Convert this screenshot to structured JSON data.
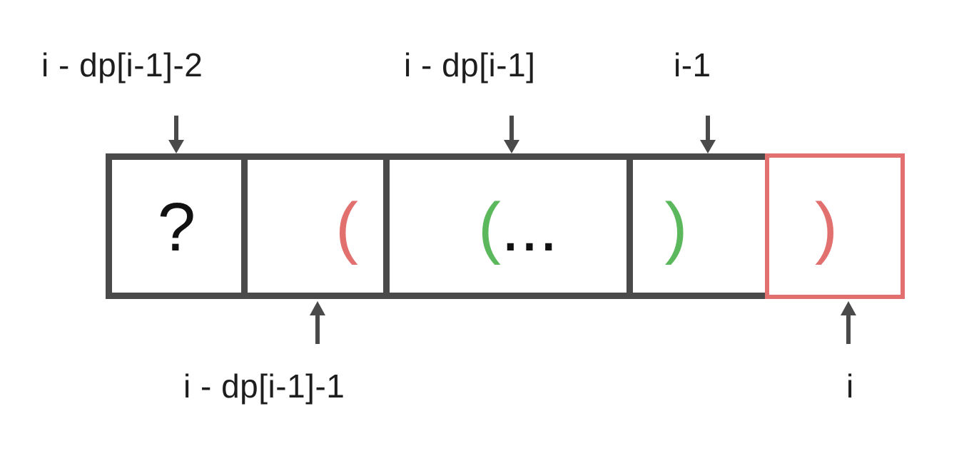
{
  "diagram": {
    "title": "Dynamic programming index diagram for longest valid parentheses",
    "colors": {
      "text": "#1d1d1d",
      "cell_border": "#4a4a4a",
      "danger": "#e2706f",
      "valid": "#5cb85c",
      "background": "#ffffff"
    },
    "top_labels": [
      {
        "id": "a",
        "text": "i - dp[i-1]-2"
      },
      {
        "id": "b",
        "text": "i - dp[i-1]"
      },
      {
        "id": "c",
        "text": "i-1"
      }
    ],
    "bottom_labels": [
      {
        "id": "d",
        "text": "i - dp[i-1]-1"
      },
      {
        "id": "e",
        "text": "i"
      }
    ],
    "arrows": [
      {
        "id": "a",
        "direction": "down",
        "points_to": "cell-1"
      },
      {
        "id": "b",
        "direction": "down",
        "points_to": "cell-3"
      },
      {
        "id": "c",
        "direction": "down",
        "points_to": "cell-4"
      },
      {
        "id": "d",
        "direction": "up",
        "points_to": "cell-2"
      },
      {
        "id": "e",
        "direction": "up",
        "points_to": "cell-5"
      }
    ],
    "cells": [
      {
        "id": "cell-1",
        "content": "?",
        "content_color": "dark",
        "border_style": "dark"
      },
      {
        "id": "cell-2",
        "content": "(",
        "content_color": "red",
        "border_style": "dark"
      },
      {
        "id": "cell-3",
        "content": "(",
        "extra": "...",
        "content_color": "green",
        "border_style": "dark"
      },
      {
        "id": "cell-4",
        "content": ")",
        "content_color": "green",
        "border_style": "dark"
      },
      {
        "id": "cell-5",
        "content": ")",
        "content_color": "red",
        "border_style": "danger"
      }
    ]
  }
}
